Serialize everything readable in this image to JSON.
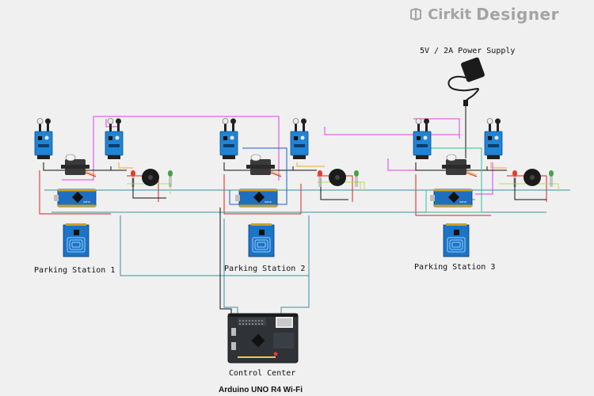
{
  "brand": {
    "name_part1": "Cirkit",
    "name_part2": "Designer"
  },
  "labels": {
    "power_supply": "5V / 2A Power Supply",
    "station_1": "Parking Station 1",
    "station_2": "Parking Station 2",
    "station_3": "Parking Station 3",
    "control_center": "Control Center",
    "control_board": "Arduino UNO R4 Wi-Fi"
  },
  "colors": {
    "background": "#f0f0f0",
    "sensor_module": "#1f84d6",
    "arduino_nano": "#1f6fc1",
    "rfid_module": "#1a74c9",
    "uno_board": "#2f3338",
    "wire_magenta": "#e040e0",
    "wire_red": "#e02020",
    "wire_teal": "#3c8fa0",
    "wire_black": "#111111",
    "led_red": "#e53935",
    "led_green": "#43a047"
  }
}
